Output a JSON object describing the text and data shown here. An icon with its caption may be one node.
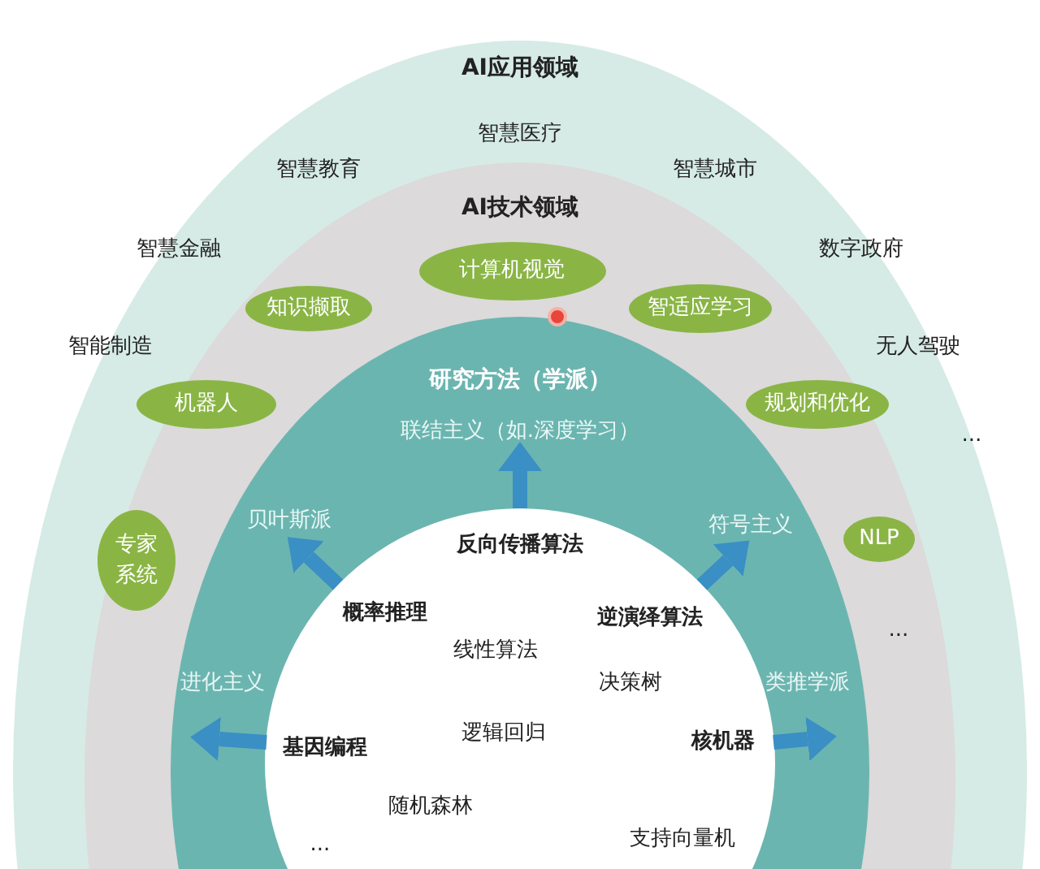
{
  "diagram": {
    "nodes": [
      {
        "text": [
          "AI应用领域"
        ]
      },
      {
        "text": [
          "AI技术领域"
        ],
        "in": 0
      },
      {
        "text": [
          "研究方法（学派）"
        ],
        "in": 1
      },
      {
        "text": [],
        "shape": "circle",
        "in": 2
      },
      {
        "text": [
          "计算机视觉"
        ],
        "in": 1
      },
      {
        "text": [
          "知识撷取"
        ],
        "in": 1
      },
      {
        "text": [
          "智适应学习"
        ],
        "in": 1
      },
      {
        "text": [
          "机器人"
        ],
        "in": 1
      },
      {
        "text": [
          "规划和优化"
        ],
        "in": 1
      },
      {
        "text": [
          "专家系统"
        ],
        "in": 1
      },
      {
        "text": [
          "NLP"
        ],
        "in": 1
      },
      {
        "text": [
          "联结主义（如.深度学习）"
        ],
        "in": 2
      },
      {
        "text": [
          "贝叶斯派"
        ],
        "in": 2
      },
      {
        "text": [
          "符号主义"
        ],
        "in": 2
      },
      {
        "text": [
          "进化主义"
        ],
        "in": 2
      },
      {
        "text": [
          "类推学派"
        ],
        "in": 2
      }
    ],
    "edges": [
      {
        "from": 3,
        "to": 11,
        "arrow": "to"
      },
      {
        "from": 3,
        "to": 12,
        "arrow": "to"
      },
      {
        "from": 3,
        "to": 13,
        "arrow": "to"
      },
      {
        "from": 3,
        "to": 14,
        "arrow": "to"
      },
      {
        "from": 3,
        "to": 15,
        "arrow": "to"
      }
    ],
    "labels": [
      "智慧医疗",
      "智慧教育",
      "智慧城市",
      "智慧金融",
      "数字政府",
      "智能制造",
      "无人驾驶",
      "...",
      "...",
      "反向传播算法",
      "概率推理",
      "逆演绎算法",
      "线性算法",
      "决策树",
      "逻辑回归",
      "基因编程",
      "核机器",
      "随机森林",
      "支持向量机",
      "..."
    ]
  }
}
